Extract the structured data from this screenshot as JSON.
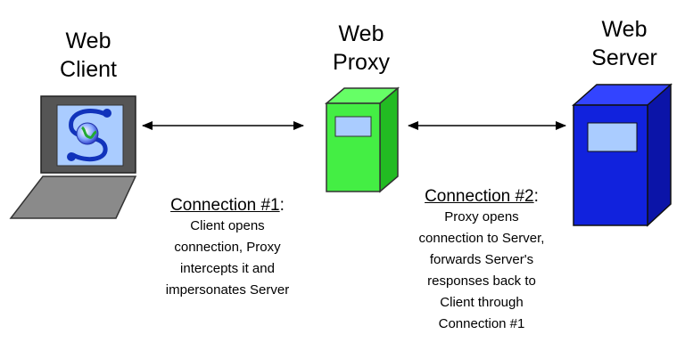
{
  "nodes": {
    "client": {
      "title_line1": "Web",
      "title_line2": "Client"
    },
    "proxy": {
      "title_line1": "Web",
      "title_line2": "Proxy"
    },
    "server": {
      "title_line1": "Web",
      "title_line2": "Server"
    }
  },
  "connections": [
    {
      "heading": "Connection #1",
      "suffix": ":",
      "lines": [
        "Client opens",
        "connection, Proxy",
        "intercepts it and",
        "impersonates Server"
      ]
    },
    {
      "heading": "Connection #2",
      "suffix": ":",
      "lines": [
        "Proxy opens",
        "connection to Server,",
        "forwards Server's",
        "responses back to",
        "Client through",
        "Connection #1"
      ]
    }
  ],
  "colors": {
    "proxy": "#44ee44",
    "server": "#1122dd",
    "laptop": "#8a8a8a",
    "screen": "#aaccff"
  }
}
